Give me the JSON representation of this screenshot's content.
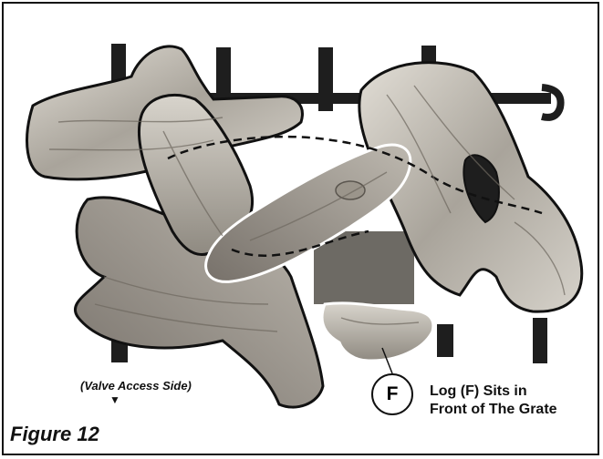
{
  "figure": {
    "title": "Figure 12",
    "valve_label": "(Valve Access Side)",
    "valve_arrow": "▼"
  },
  "callout": {
    "letter": "F",
    "line1": "Log (F) Sits in",
    "line2": "Front of The Grate"
  },
  "colors": {
    "log_fill": "#c9c5bd",
    "log_dark": "#7c766d",
    "grate": "#1e1e1e",
    "outline": "#111111"
  },
  "icons": {
    "valve_arrow": "arrow-down-icon"
  }
}
